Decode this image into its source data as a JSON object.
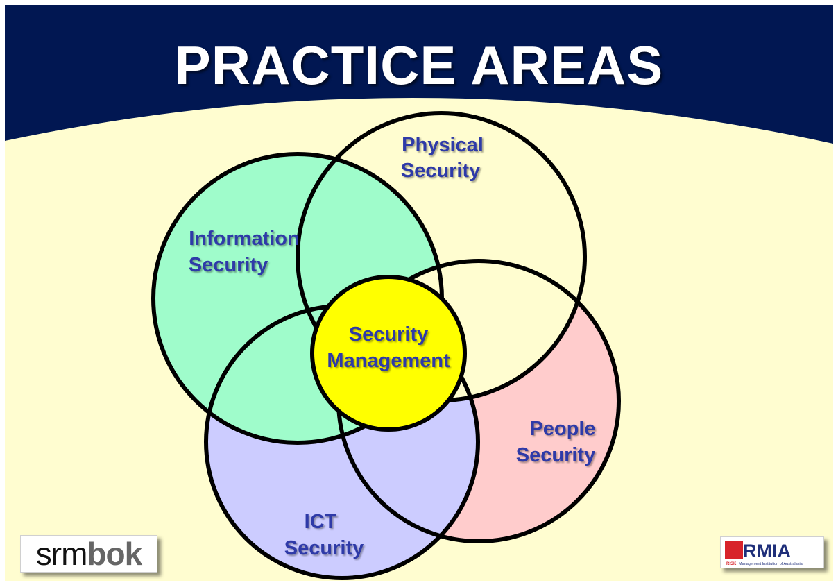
{
  "slide": {
    "title": "PRACTICE AREAS",
    "colors": {
      "header": "#011752",
      "background": "#fffdd0",
      "label_text": "#2e3aa8"
    }
  },
  "venn": {
    "circles": [
      {
        "id": "information",
        "lines": [
          "Information",
          "Security"
        ],
        "fill": "#9ffccb"
      },
      {
        "id": "physical",
        "lines": [
          "Physical",
          "Security"
        ],
        "fill": "#fffdd0"
      },
      {
        "id": "people",
        "lines": [
          "People",
          "Security"
        ],
        "fill": "#ffcccc"
      },
      {
        "id": "ict",
        "lines": [
          "ICT",
          "Security"
        ],
        "fill": "#ccccff"
      },
      {
        "id": "management",
        "lines": [
          "Security",
          "Management"
        ],
        "fill": "#ffff00"
      }
    ]
  },
  "logos": {
    "srmbok": {
      "srm": "srm",
      "bok": "bok"
    },
    "rmia": {
      "mark": "RMIA",
      "risk": "RISK",
      "tagline": "Management Institution of Australasia"
    }
  }
}
